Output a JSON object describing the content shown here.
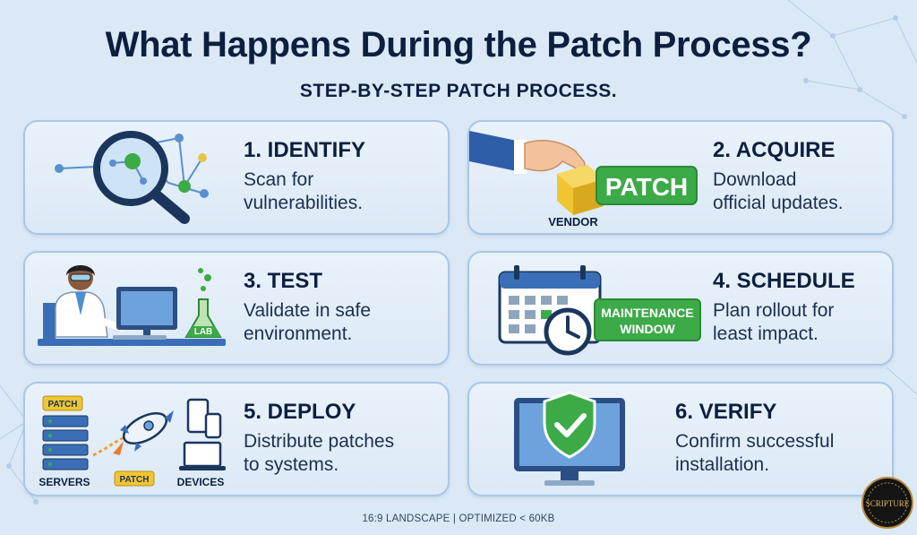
{
  "title": "What Happens During the Patch Process?",
  "subtitle": "STEP-BY-STEP PATCH PROCESS.",
  "steps": [
    {
      "title": "1. IDENTIFY",
      "desc_lines": [
        "Scan for",
        "vulnerabilities."
      ],
      "icon": "magnifier-network-icon"
    },
    {
      "title": "2. ACQUIRE",
      "desc_lines": [
        "Download",
        "official updates."
      ],
      "icon": "hand-patch-box-icon",
      "tag": "PATCH",
      "label": "VENDOR"
    },
    {
      "title": "3. TEST",
      "desc_lines": [
        "Validate in safe",
        "environment."
      ],
      "icon": "scientist-lab-icon",
      "flask_label": "LAB"
    },
    {
      "title": "4. SCHEDULE",
      "desc_lines": [
        "Plan rollout for",
        "least impact."
      ],
      "icon": "calendar-clock-icon",
      "tag_lines": [
        "MAINTENANCE",
        "WINDOW"
      ]
    },
    {
      "title": "5. DEPLOY",
      "desc_lines": [
        "Distribute patches",
        "to systems."
      ],
      "icon": "rocket-servers-devices-icon",
      "patch_label": "PATCH",
      "servers_label": "SERVERS",
      "devices_label": "DEVICES"
    },
    {
      "title": "6. VERIFY",
      "desc_lines": [
        "Confirm successful",
        "installation."
      ],
      "icon": "monitor-shield-check-icon"
    }
  ],
  "footer": "16:9 LANDSCAPE | OPTIMIZED < 60KB",
  "watermark": "SCRIPTURE",
  "colors": {
    "accent_green": "#3daa48",
    "navy": "#0d1f3f",
    "card_border": "#a9c7e6",
    "background": "#dbe9f7"
  }
}
